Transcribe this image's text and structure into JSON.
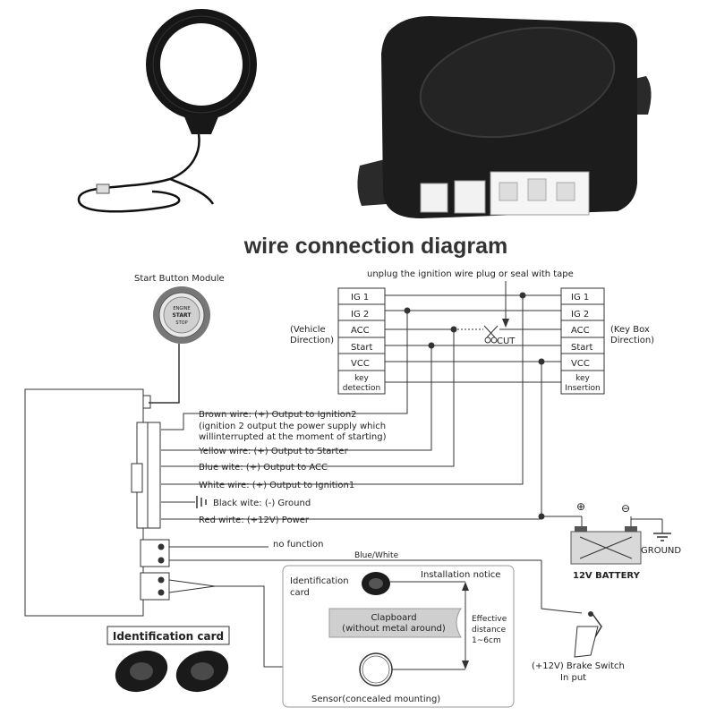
{
  "title": "wire connection diagram",
  "start_button": {
    "label": "Start Button Module",
    "text_lines": [
      "ENGINE",
      "START",
      "STOP"
    ]
  },
  "unplug_note": "unplug the ignition wire plug or seal with tape",
  "left_connector": {
    "caption": [
      "(Vehicle",
      "Direction)"
    ],
    "rows": [
      "IG 1",
      "IG 2",
      "ACC",
      "Start",
      "VCC"
    ],
    "bottom": [
      "key",
      "detection"
    ]
  },
  "right_connector": {
    "caption": [
      "(Key Box",
      "Direction)"
    ],
    "rows": [
      "IG 1",
      "IG 2",
      "ACC",
      "Start",
      "VCC"
    ],
    "bottom": [
      "key",
      "Insertion"
    ]
  },
  "cut_label": "CUT",
  "wires": {
    "brown": [
      "Brown wire:  (+) Output to Ignition2",
      "(ignition 2 output the power supply which",
      "willinterrupted at the moment of starting)"
    ],
    "yellow": "Yellow wire:  (+) Output to Starter",
    "blue": "Blue wite:  (+) Output to ACC",
    "white": "White wire: (+) Output to Ignition1",
    "black": "Black wite: (-) Ground",
    "red": "Red wirte:  (+12V) Power"
  },
  "battery": {
    "label": "12V BATTERY",
    "plus": "⊕",
    "minus": "⊖",
    "ground": "GROUND"
  },
  "no_function": "no function",
  "blue_white": "Blue/White",
  "id_area": {
    "card_label": [
      "Identification",
      "card"
    ],
    "installation_notice": "Installation notice",
    "clapboard": [
      "Clapboard",
      "(without metal around)"
    ],
    "distance": [
      "Effective",
      "distance",
      "1~6cm"
    ],
    "sensor": "Sensor(concealed mounting)"
  },
  "id_card_title": "Identification card",
  "brake": [
    "(+12V) Brake Switch",
    "In put"
  ],
  "colors": {
    "module_black": "#1c1c1c",
    "line": "#333333",
    "battery_fill": "#d9d9d9"
  }
}
